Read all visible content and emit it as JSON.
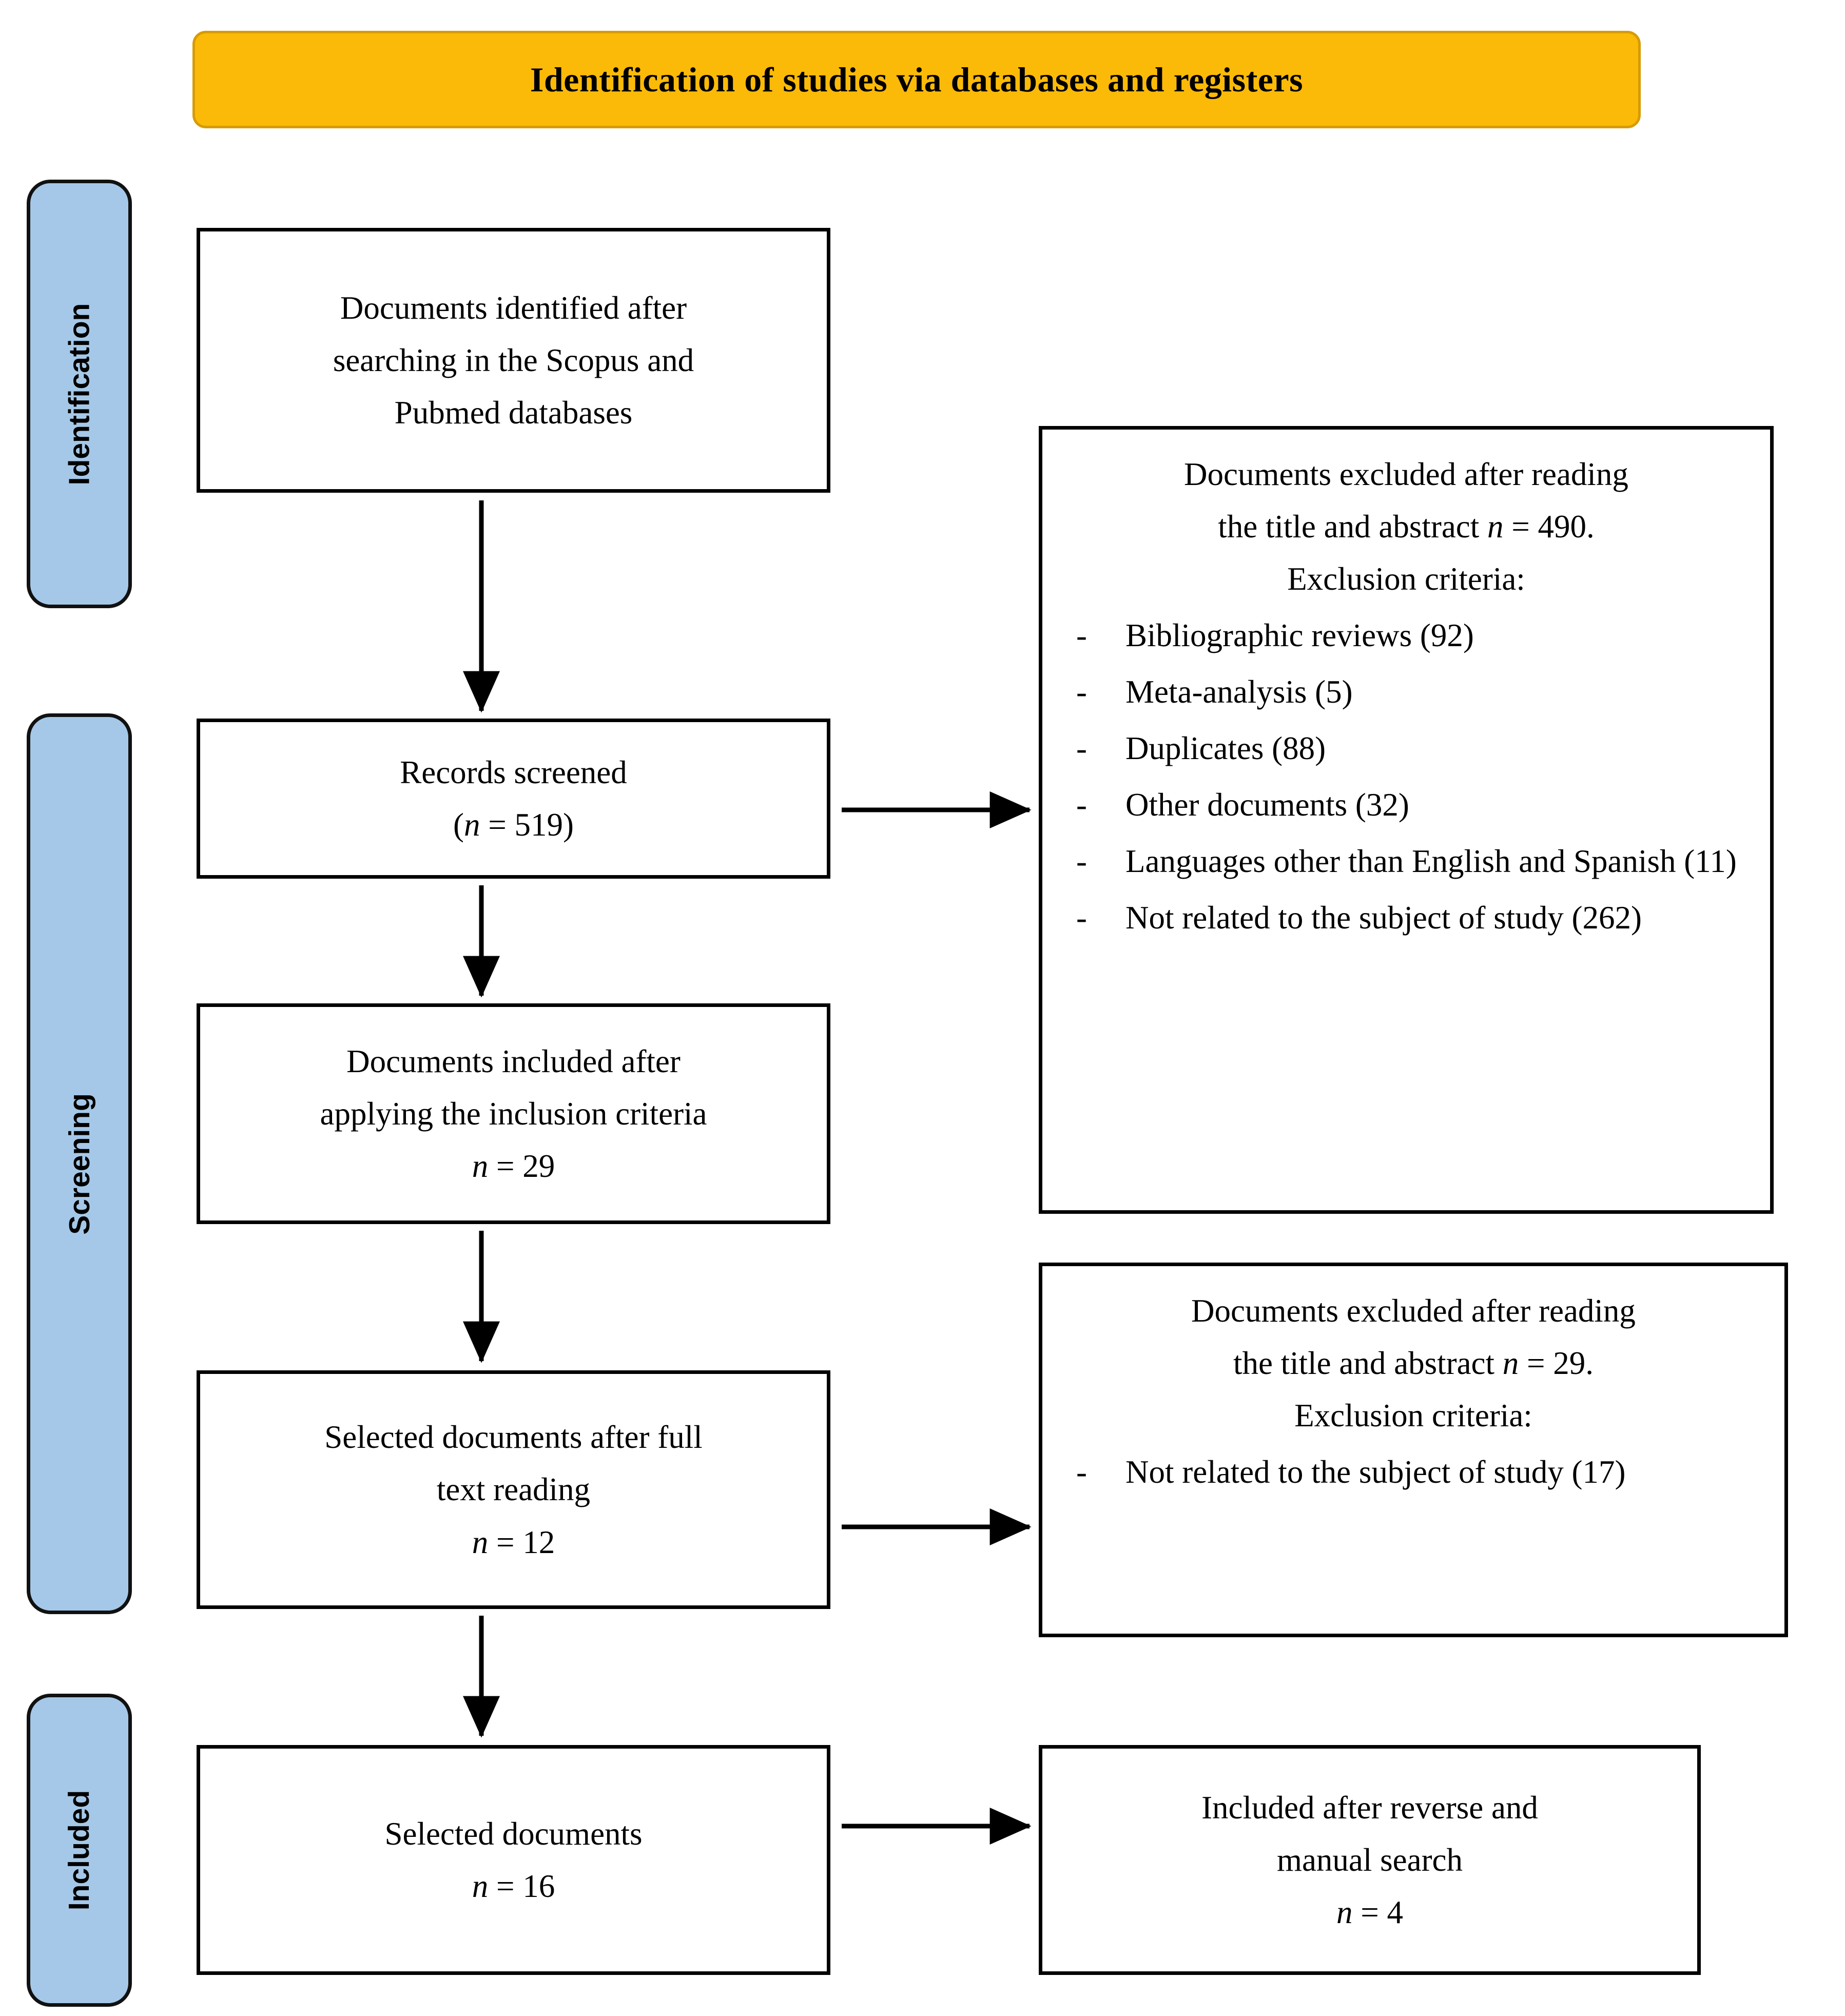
{
  "banner": {
    "title": "Identification of studies via databases and registers"
  },
  "phases": [
    {
      "id": "identification",
      "label": "Identification"
    },
    {
      "id": "screening",
      "label": "Screening"
    },
    {
      "id": "included",
      "label": "Included"
    }
  ],
  "flow": {
    "identified": {
      "line1": "Documents identified after",
      "line2": "searching in the Scopus and",
      "line3": "Pubmed databases"
    },
    "screened": {
      "line1": "Records screened",
      "line2_prefix": "(",
      "line2_n": "n",
      "line2_value": " = 519)"
    },
    "included_criteria": {
      "line1": "Documents included after",
      "line2": "applying the inclusion criteria",
      "line3_n": "n",
      "line3_value": " = 29"
    },
    "fulltext": {
      "line1": "Selected documents after full",
      "line2": "text reading",
      "line3_n": "n",
      "line3_value": " = 12"
    },
    "selected": {
      "line1": "Selected documents",
      "line2_n": "n",
      "line2_value": " = 16"
    }
  },
  "excluded_1": {
    "head_line1": "Documents excluded after reading",
    "head_line2_a": "the title and abstract ",
    "head_line2_n": "n",
    "head_line2_b": " = 490.",
    "head_line3": "Exclusion criteria:",
    "dash": "-",
    "criteria": [
      "Bibliographic reviews (92)",
      "Meta-analysis (5)",
      "Duplicates (88)",
      "Other documents (32)",
      "Languages other than English and Spanish (11)",
      "Not related to the subject of study (262)"
    ]
  },
  "excluded_2": {
    "head_line1": "Documents excluded after reading",
    "head_line2_a": "the title and abstract ",
    "head_line2_n": "n",
    "head_line2_b": " = 29.",
    "head_line3": "Exclusion criteria:",
    "dash": "-",
    "criteria": [
      "Not related to the subject of study (17)"
    ]
  },
  "reverse_search": {
    "line1": "Included after reverse and",
    "line2": "manual search",
    "line3_n": "n",
    "line3_value": " = 4"
  },
  "colors": {
    "banner_fill": "#FBBA07",
    "banner_border": "#D79B05",
    "phase_fill": "#A5C8E8",
    "box_border": "#000000",
    "arrow": "#000000"
  }
}
